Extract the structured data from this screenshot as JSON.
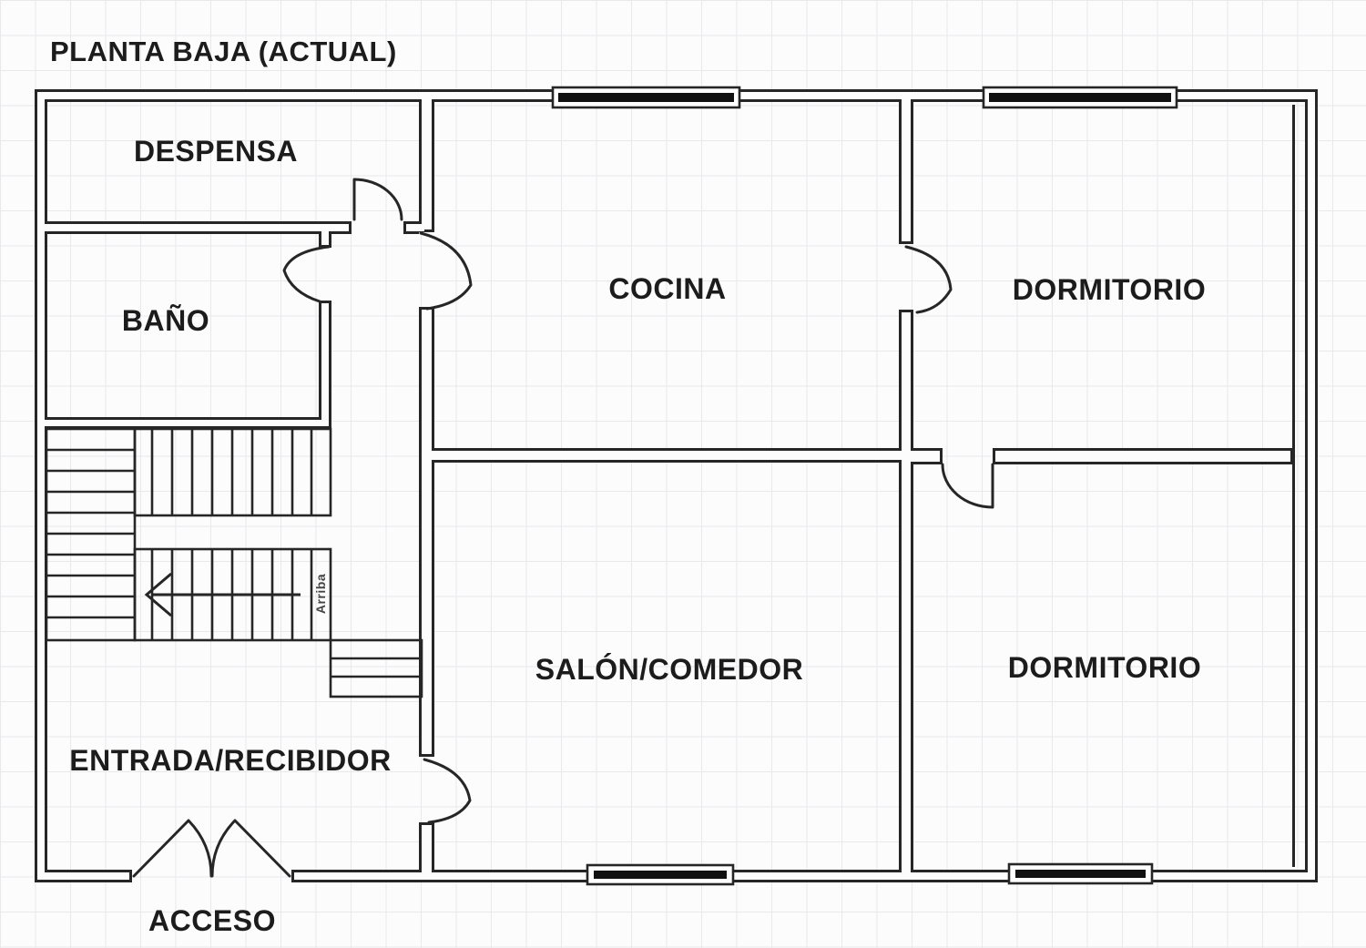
{
  "title": "PLANTA BAJA (ACTUAL)",
  "rooms": {
    "despensa": {
      "label": "DESPENSA"
    },
    "bano": {
      "label": "BAÑO"
    },
    "cocina": {
      "label": "COCINA"
    },
    "dormitorio_top": {
      "label": "DORMITORIO"
    },
    "dormitorio_bottom": {
      "label": "DORMITORIO"
    },
    "salon_comedor": {
      "label": "SALÓN/COMEDOR"
    },
    "entrada_recibidor": {
      "label": "ENTRADA/RECIBIDOR"
    },
    "acceso": {
      "label": "ACCESO"
    }
  },
  "stairs": {
    "up_label": "Arriba",
    "arrow_direction": "left"
  },
  "doors": [
    "despensa-door",
    "bano-door",
    "cocina-door",
    "cocina-dormitorio-door",
    "dormitorio-bottom-door",
    "salon-door",
    "acceso-double-door"
  ],
  "windows": [
    "top-wall-window-left",
    "top-wall-window-right",
    "bottom-wall-window-left",
    "bottom-wall-window-right"
  ],
  "colors": {
    "wall": "#262626",
    "text": "#1c1c1c",
    "grid": "#e9e9ec",
    "background": "#fcfcfd",
    "window_glass": "#111111",
    "stair_note": "#444444"
  }
}
